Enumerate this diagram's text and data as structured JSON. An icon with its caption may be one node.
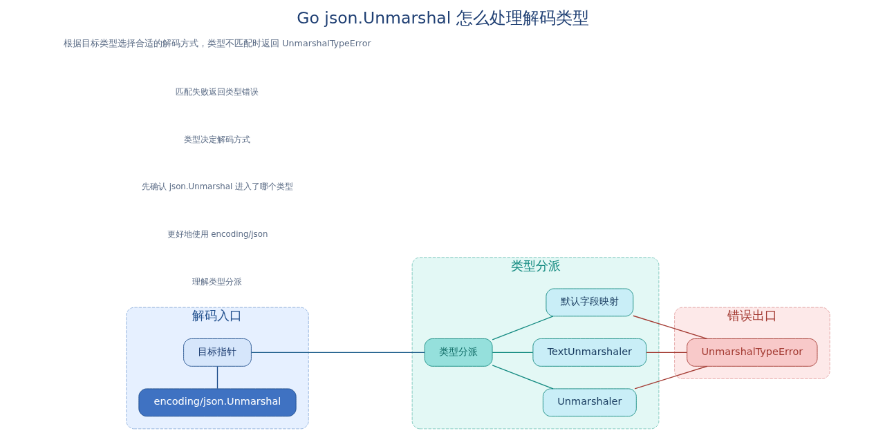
{
  "diagram": {
    "title": "Go json.Unmarshal 怎么处理解码类型",
    "caption": "根据目标类型选择合适的解码方式，类型不匹配时返回 UnmarshalTypeError",
    "nodes": [
      {
        "text": [
          "解码入口"
        ]
      },
      {
        "text": [
          "encoding/json.Unmarshal"
        ],
        "in": 0
      },
      {
        "text": [
          "目标指针"
        ],
        "in": 0
      },
      {
        "text": [
          "类型分派"
        ]
      },
      {
        "text": [
          "类型分派"
        ],
        "in": 3
      },
      {
        "text": [
          "Unmarshaler"
        ],
        "in": 3
      },
      {
        "text": [
          "TextUnmarshaler"
        ],
        "in": 3
      },
      {
        "text": [
          "默认字段映射"
        ],
        "in": 3
      },
      {
        "text": [
          "错误出口"
        ]
      },
      {
        "text": [
          "UnmarshalTypeError"
        ],
        "in": 8
      }
    ],
    "edges": [
      {
        "from": 1,
        "to": 2,
        "arrow": "none",
        "color": "#1f4e8c"
      },
      {
        "from": 2,
        "to": 4,
        "arrow": "none",
        "color": "#1f5f8c"
      },
      {
        "from": 4,
        "to": 5,
        "arrow": "none",
        "color": "#138a80"
      },
      {
        "from": 4,
        "to": 6,
        "arrow": "none",
        "color": "#138a80"
      },
      {
        "from": 4,
        "to": 7,
        "arrow": "none",
        "color": "#138a80"
      },
      {
        "from": 5,
        "to": 9,
        "arrow": "none",
        "color": "#a33a32"
      },
      {
        "from": 6,
        "to": 9,
        "arrow": "none",
        "color": "#a33a32"
      },
      {
        "from": 7,
        "to": 9,
        "arrow": "none",
        "color": "#a33a32"
      }
    ],
    "labels": [
      "理解类型分派",
      "更好地使用 encoding/json",
      "先确认 json.Unmarshal 进入了哪个类型",
      "类型决定解码方式",
      "匹配失败返回类型错误"
    ]
  }
}
